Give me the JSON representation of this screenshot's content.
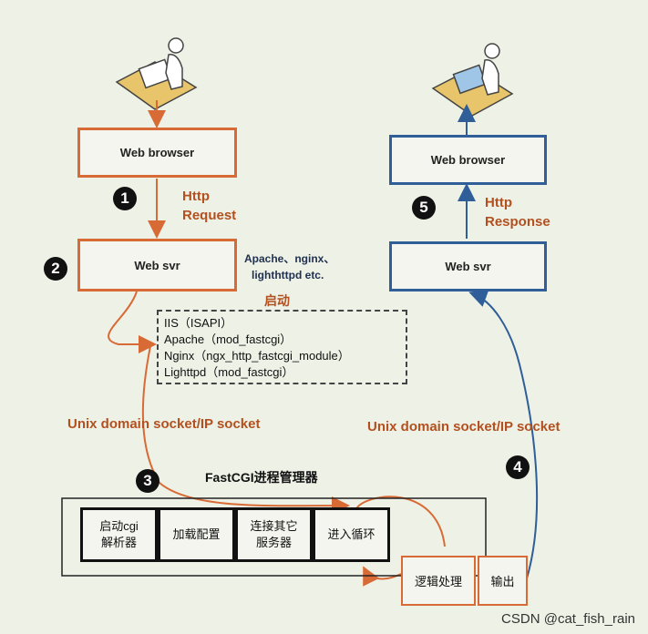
{
  "left": {
    "browser_label": "Web browser",
    "step1": "1",
    "request_line1": "Http",
    "request_line2": "Request",
    "step2": "2",
    "server_label": "Web svr",
    "servers_line1": "Apache、nginx、",
    "servers_line2": "lighthttpd etc.",
    "start_label": "启动",
    "modules": [
      "IIS（ISAPI）",
      "Apache（mod_fastcgi）",
      "Nginx（ngx_http_fastcgi_module）",
      "Lighttpd（mod_fastcgi）"
    ],
    "socket_label": "Unix domain socket/IP socket"
  },
  "right": {
    "browser_label": "Web browser",
    "step5": "5",
    "response_line1": "Http",
    "response_line2": "Response",
    "server_label": "Web svr",
    "socket_label": "Unix domain socket/IP socket",
    "step4": "4"
  },
  "manager": {
    "step3": "3",
    "title": "FastCGI进程管理器",
    "stages": [
      "启动cgi解析器",
      "加载配置",
      "连接其它服务器",
      "进入循环"
    ],
    "logic": "逻辑处理",
    "output": "输出"
  },
  "watermark": "CSDN @cat_fish_rain",
  "colors": {
    "orange": "#d86a35",
    "blue": "#2f5e99",
    "background": "#eef1e6"
  },
  "icons": [
    "user-at-computer-icon",
    "user-at-computer-icon"
  ]
}
